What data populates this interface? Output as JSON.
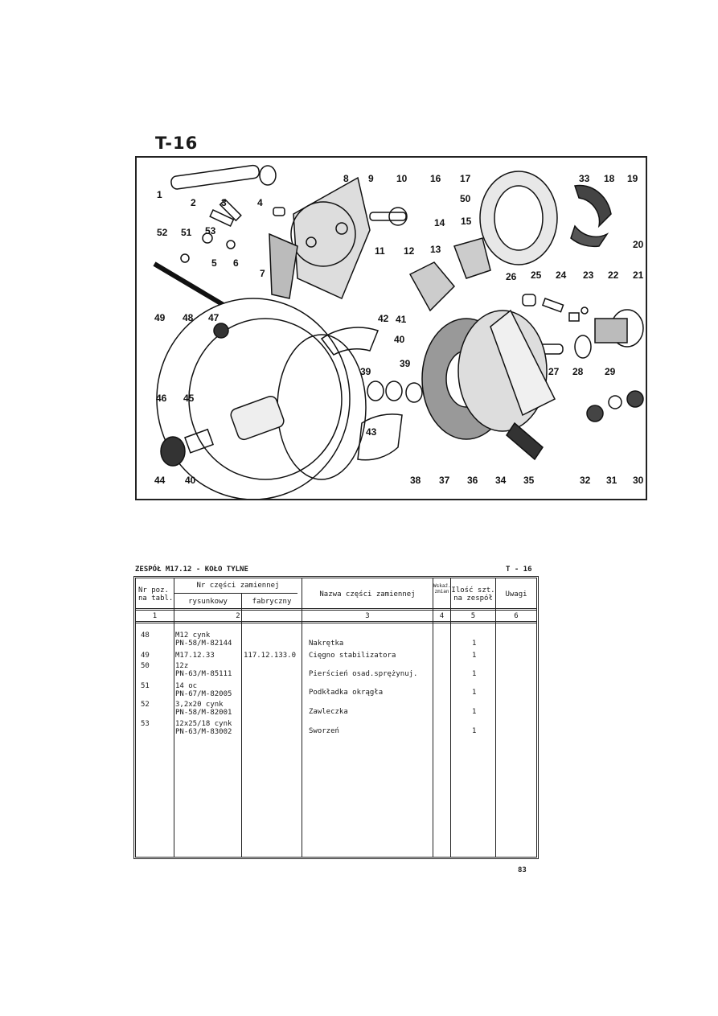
{
  "figure": {
    "title": "T-16",
    "callouts": [
      "1",
      "2",
      "3",
      "4",
      "5",
      "6",
      "7",
      "8",
      "9",
      "10",
      "11",
      "12",
      "13",
      "14",
      "15",
      "16",
      "17",
      "18",
      "19",
      "20",
      "21",
      "22",
      "23",
      "24",
      "25",
      "26",
      "27",
      "28",
      "29",
      "30",
      "31",
      "32",
      "33",
      "34",
      "35",
      "36",
      "37",
      "38",
      "39",
      "39",
      "40",
      "40",
      "41",
      "42",
      "43",
      "44",
      "45",
      "46",
      "47",
      "48",
      "49",
      "50",
      "51",
      "52",
      "53"
    ]
  },
  "header": {
    "group": "ZESPÓŁ M17.12 - KOŁO TYLNE",
    "code": "T - 16"
  },
  "table": {
    "col_nr": "Nr poz.\nna tabl.",
    "col_parts": "Nr części zamiennej",
    "col_drawing": "rysunkowy",
    "col_factory": "fabryczny",
    "col_name": "Nazwa części zamiennej",
    "col_ind": "Wskaź.\nzmian",
    "col_qty": "Ilość szt.\nna zespół",
    "col_notes": "Uwagi",
    "col_numbers": [
      "1",
      "2",
      "3",
      "4",
      "5",
      "6"
    ],
    "rows": [
      {
        "nr": "48",
        "drawing": "M12 cynk\nPN-58/M-82144",
        "factory": "",
        "name": "Nakrętka",
        "qty": "1"
      },
      {
        "nr": "49",
        "drawing": "M17.12.33",
        "factory": "117.12.133.0",
        "name": "Cięgno stabilizatora",
        "qty": "1"
      },
      {
        "nr": "50",
        "drawing": "12z\nPN-63/M-85111",
        "factory": "",
        "name": "Pierścień osad.sprężynuj.",
        "qty": "1"
      },
      {
        "nr": "51",
        "drawing": "14 oc\nPN-67/M-82005",
        "factory": "",
        "name": "Podkładka okrągła",
        "qty": "1"
      },
      {
        "nr": "52",
        "drawing": "3,2x20 cynk\nPN-58/M-82001",
        "factory": "",
        "name": "Zawleczka",
        "qty": "1"
      },
      {
        "nr": "53",
        "drawing": "12x25/18 cynk\nPN-63/M-83002",
        "factory": "",
        "name": "Sworzeń",
        "qty": "1"
      }
    ]
  },
  "page_number": "83"
}
